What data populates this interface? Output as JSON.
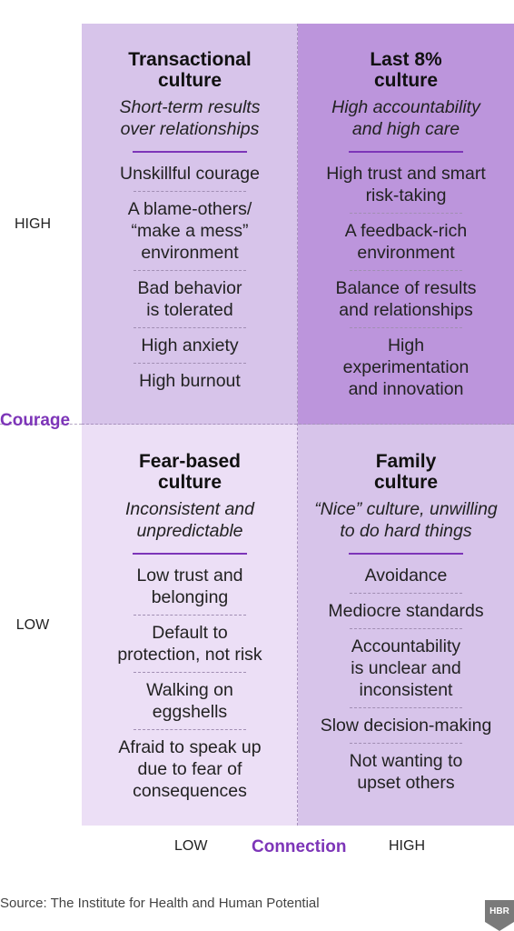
{
  "axes": {
    "y_label": "Courage",
    "y_high": "HIGH",
    "y_low": "LOW",
    "x_label": "Connection",
    "x_low": "LOW",
    "x_high": "HIGH"
  },
  "quadrants": {
    "top_left": {
      "title": [
        "Transactional",
        "culture"
      ],
      "subtitle": [
        "Short-term results",
        "over relationships"
      ],
      "items": [
        [
          "Unskillful courage"
        ],
        [
          "A blame-others/",
          "“make a mess”",
          "environment"
        ],
        [
          "Bad behavior",
          "is tolerated"
        ],
        [
          "High anxiety"
        ],
        [
          "High burnout"
        ]
      ]
    },
    "top_right": {
      "title": [
        "Last 8%",
        "culture"
      ],
      "subtitle": [
        "High accountability",
        "and high care"
      ],
      "items": [
        [
          "High trust and smart",
          "risk-taking"
        ],
        [
          "A feedback-rich",
          "environment"
        ],
        [
          "Balance of results",
          "and relationships"
        ],
        [
          "High",
          "experimentation",
          "and innovation"
        ]
      ]
    },
    "bottom_left": {
      "title": [
        "Fear-based",
        "culture"
      ],
      "subtitle": [
        "Inconsistent and",
        "unpredictable"
      ],
      "items": [
        [
          "Low trust and",
          "belonging"
        ],
        [
          "Default to",
          "protection, not risk"
        ],
        [
          "Walking on",
          "eggshells"
        ],
        [
          "Afraid to speak up",
          "due to fear of",
          "consequences"
        ]
      ]
    },
    "bottom_right": {
      "title": [
        "Family",
        "culture"
      ],
      "subtitle": [
        "“Nice” culture, unwilling",
        "to do hard things"
      ],
      "items": [
        [
          "Avoidance"
        ],
        [
          "Mediocre standards"
        ],
        [
          "Accountability",
          "is unclear and",
          "inconsistent"
        ],
        [
          "Slow decision-making"
        ],
        [
          "Not wanting to",
          "upset others"
        ]
      ]
    }
  },
  "source": "Source: The Institute for Health and Human Potential",
  "logo_text": "HBR",
  "colors": {
    "accent": "#7d35b8",
    "q_top_left": "#d7c4ea",
    "q_top_right": "#bc95dc",
    "q_bottom_left": "#ecdff6",
    "q_bottom_right": "#d7c4ea"
  }
}
